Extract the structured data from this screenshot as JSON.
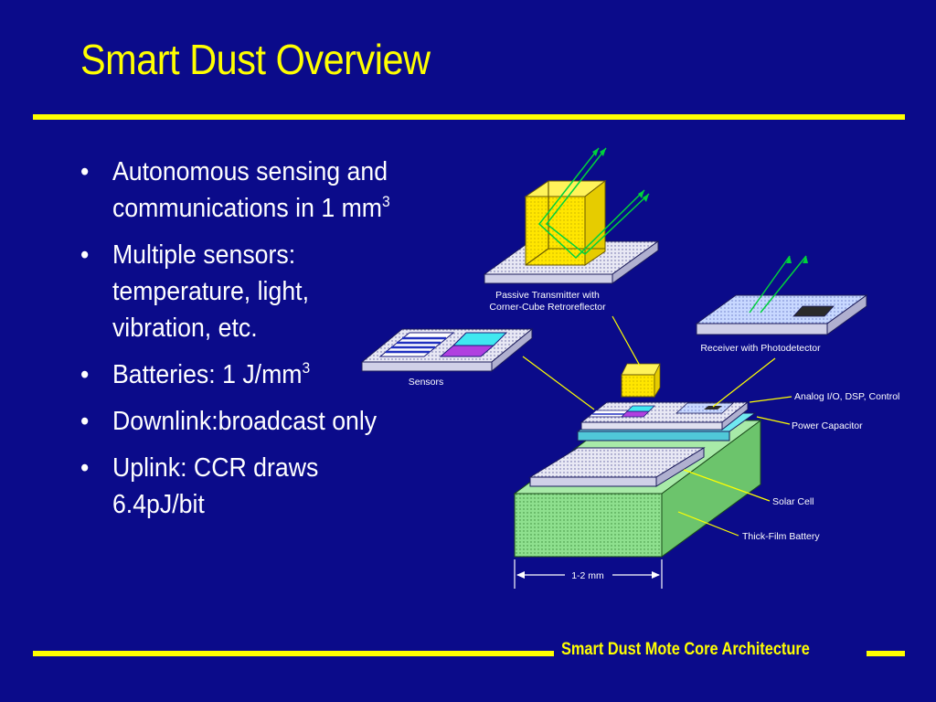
{
  "slide": {
    "title": "Smart Dust Overview",
    "footer": "Smart Dust Mote Core Architecture"
  },
  "bullets": [
    {
      "text": "Autonomous sensing and communications in 1 mm",
      "sup": "3"
    },
    {
      "text": "Multiple sensors: temperature, light, vibration, etc.",
      "sup": ""
    },
    {
      "text": "Batteries: 1 J/mm",
      "sup": "3"
    },
    {
      "text": "Downlink:broadcast only",
      "sup": ""
    },
    {
      "text": "Uplink: CCR draws 6.4pJ/bit",
      "sup": ""
    }
  ],
  "diagram": {
    "labels": {
      "transmitter_1": "Passive Transmitter with",
      "transmitter_2": "Corner-Cube Retroreflector",
      "receiver": "Receiver with Photodetector",
      "sensors": "Sensors",
      "analog": "Analog I/O, DSP, Control",
      "capacitor": "Power Capacitor",
      "solar": "Solar Cell",
      "battery": "Thick-Film Battery",
      "dimension": "1-2 mm"
    }
  },
  "colors": {
    "background": "#0b0b8a",
    "accent": "#ffff00",
    "text": "#ffffff",
    "laser": "#00d23c",
    "battery": "#8ee08e",
    "cube": "#ffe600"
  }
}
